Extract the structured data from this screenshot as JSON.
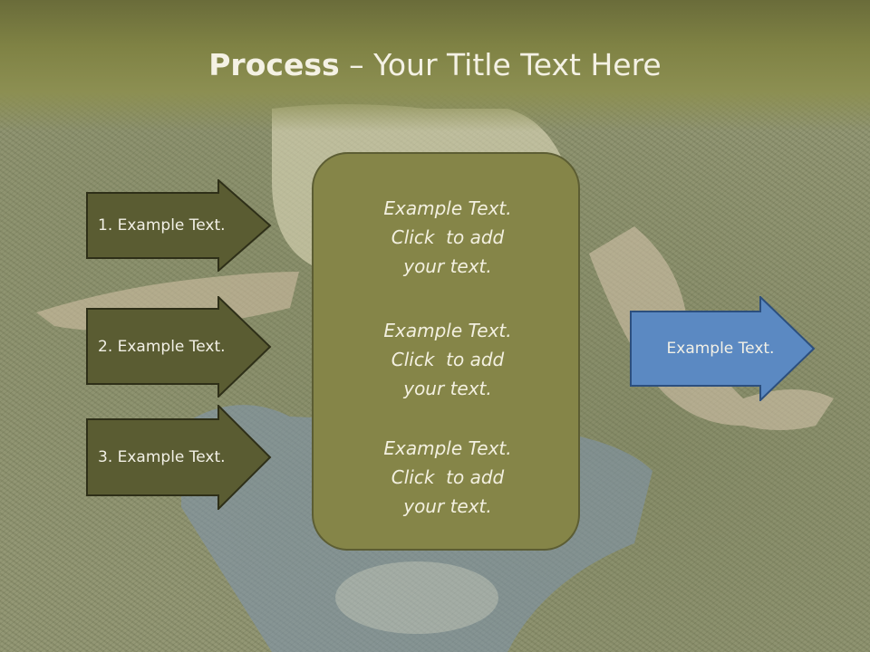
{
  "slide": {
    "title_bold": "Process",
    "title_rest": " – Your Title Text Here"
  },
  "steps": [
    {
      "label": "1. Example Text."
    },
    {
      "label": "2. Example Text."
    },
    {
      "label": "3. Example Text."
    }
  ],
  "center_box": {
    "blocks": [
      {
        "line1": "Example Text.",
        "line2": "Click  to add",
        "line3": "your text."
      },
      {
        "line1": "Example Text.",
        "line2": "Click  to add",
        "line3": "your text."
      },
      {
        "line1": "Example Text.",
        "line2": "Click  to add",
        "line3": "your text."
      }
    ]
  },
  "result_arrow": {
    "label": "Example Text."
  },
  "colors": {
    "step_arrow_fill": "#5a5c32",
    "result_arrow_fill": "#5b89c2",
    "center_box_fill": "#858548",
    "header": "#7f8244"
  }
}
